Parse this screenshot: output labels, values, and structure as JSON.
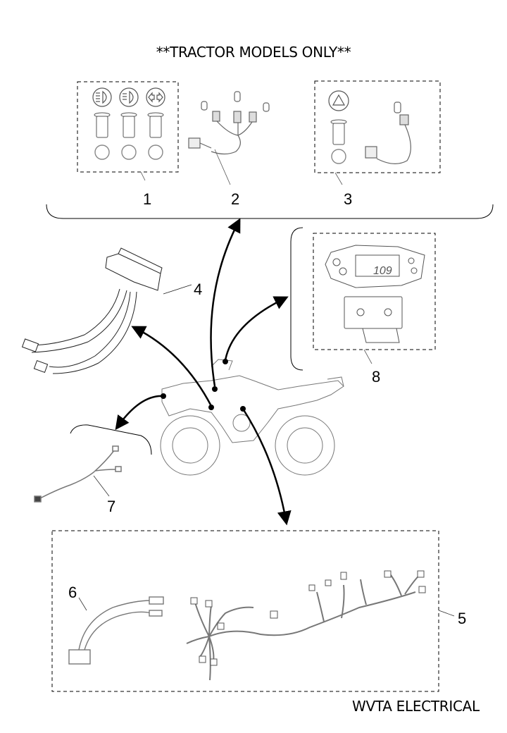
{
  "title": "**TRACTOR MODELS ONLY**",
  "footer": "WVTA ELECTRICAL",
  "callouts": {
    "c1": "1",
    "c2": "2",
    "c3": "3",
    "c4": "4",
    "c5": "5",
    "c6": "6",
    "c7": "7",
    "c8": "8"
  },
  "parts": [
    {
      "number": "1",
      "description": "Headlight / turn indicator bulb holders with grommets and rings",
      "icons": [
        "headlight-high-beam-icon",
        "headlight-low-beam-icon",
        "turn-signal-icon"
      ]
    },
    {
      "number": "2",
      "description": "Triple bulb holder sub-harness"
    },
    {
      "number": "3",
      "description": "Hazard warning bulb holder with grommet and ring",
      "icons": [
        "hazard-triangle-icon"
      ]
    },
    {
      "number": "4",
      "description": "Control module with leads"
    },
    {
      "number": "5",
      "description": "Main wiring harness"
    },
    {
      "number": "6",
      "description": "Connector sub-harness"
    },
    {
      "number": "7",
      "description": "Front light sub-harness"
    },
    {
      "number": "8",
      "description": "Instrument display with bracket",
      "display_reading": "109"
    }
  ]
}
